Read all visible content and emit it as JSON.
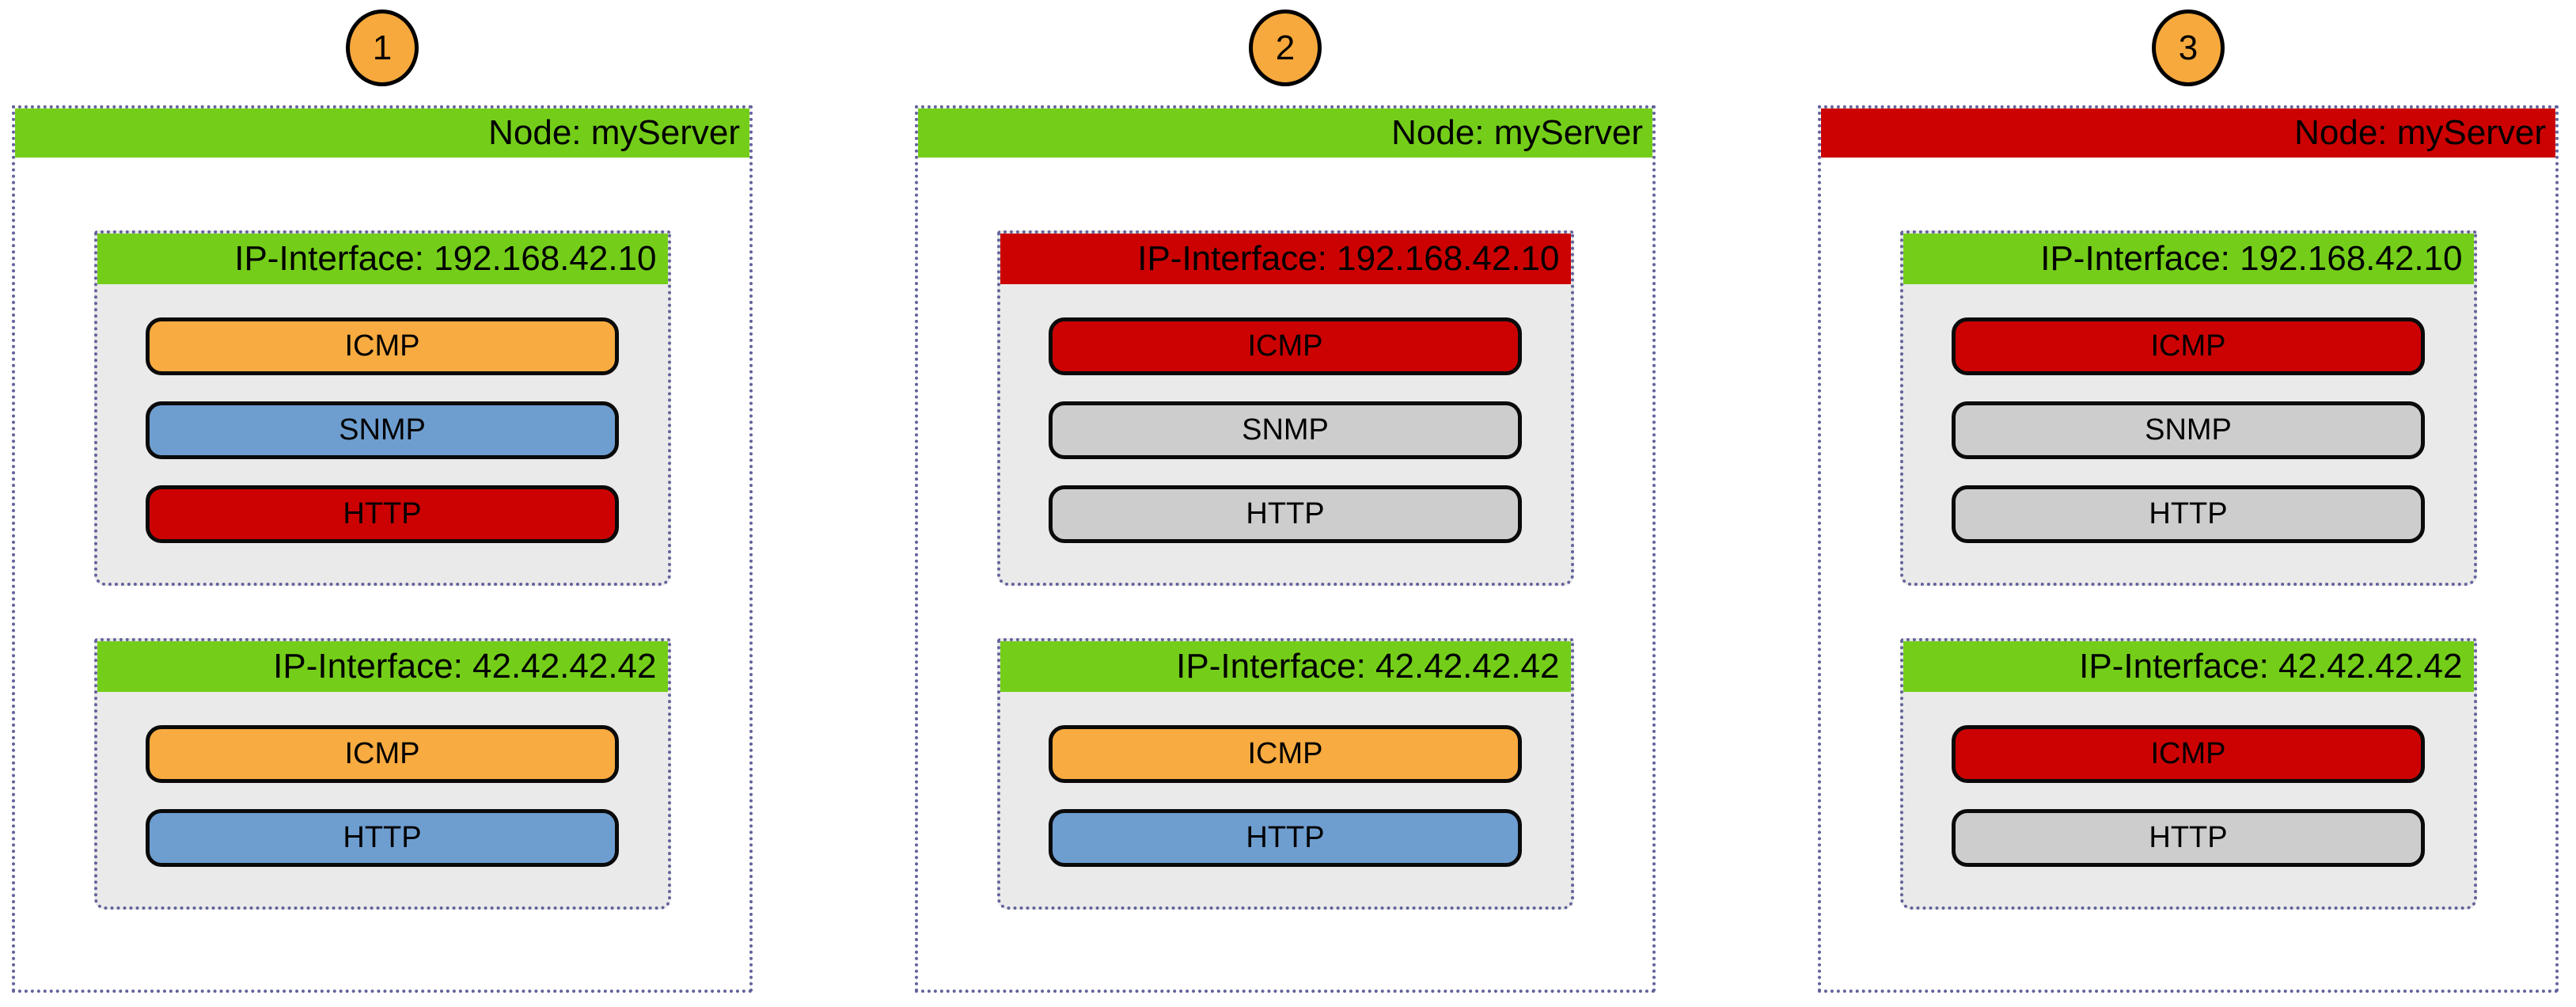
{
  "diagram": {
    "colors": {
      "green": "#74CE19",
      "red": "#CC0202",
      "orange": "#F8AB40",
      "blue": "#6E9ED0",
      "gray": "#CDCDCD",
      "badge_fill": "#F7A93D",
      "body_gray": "#EAEAEA",
      "dotted_border": "#62629B"
    },
    "panels": [
      {
        "badge": "1",
        "node": {
          "label": "Node: myServer",
          "status": "green"
        },
        "interfaces": [
          {
            "label": "IP-Interface: 192.168.42.10",
            "status": "green",
            "services": [
              {
                "label": "ICMP",
                "status": "orange"
              },
              {
                "label": "SNMP",
                "status": "blue"
              },
              {
                "label": "HTTP",
                "status": "red"
              }
            ]
          },
          {
            "label": "IP-Interface: 42.42.42.42",
            "status": "green",
            "services": [
              {
                "label": "ICMP",
                "status": "orange"
              },
              {
                "label": "HTTP",
                "status": "blue"
              }
            ]
          }
        ]
      },
      {
        "badge": "2",
        "node": {
          "label": "Node: myServer",
          "status": "green"
        },
        "interfaces": [
          {
            "label": "IP-Interface: 192.168.42.10",
            "status": "red",
            "services": [
              {
                "label": "ICMP",
                "status": "red"
              },
              {
                "label": "SNMP",
                "status": "gray"
              },
              {
                "label": "HTTP",
                "status": "gray"
              }
            ]
          },
          {
            "label": "IP-Interface: 42.42.42.42",
            "status": "green",
            "services": [
              {
                "label": "ICMP",
                "status": "orange"
              },
              {
                "label": "HTTP",
                "status": "blue"
              }
            ]
          }
        ]
      },
      {
        "badge": "3",
        "node": {
          "label": "Node: myServer",
          "status": "red"
        },
        "interfaces": [
          {
            "label": "IP-Interface: 192.168.42.10",
            "status": "green",
            "services": [
              {
                "label": "ICMP",
                "status": "red"
              },
              {
                "label": "SNMP",
                "status": "gray"
              },
              {
                "label": "HTTP",
                "status": "gray"
              }
            ]
          },
          {
            "label": "IP-Interface: 42.42.42.42",
            "status": "green",
            "services": [
              {
                "label": "ICMP",
                "status": "red"
              },
              {
                "label": "HTTP",
                "status": "gray"
              }
            ]
          }
        ]
      }
    ]
  }
}
